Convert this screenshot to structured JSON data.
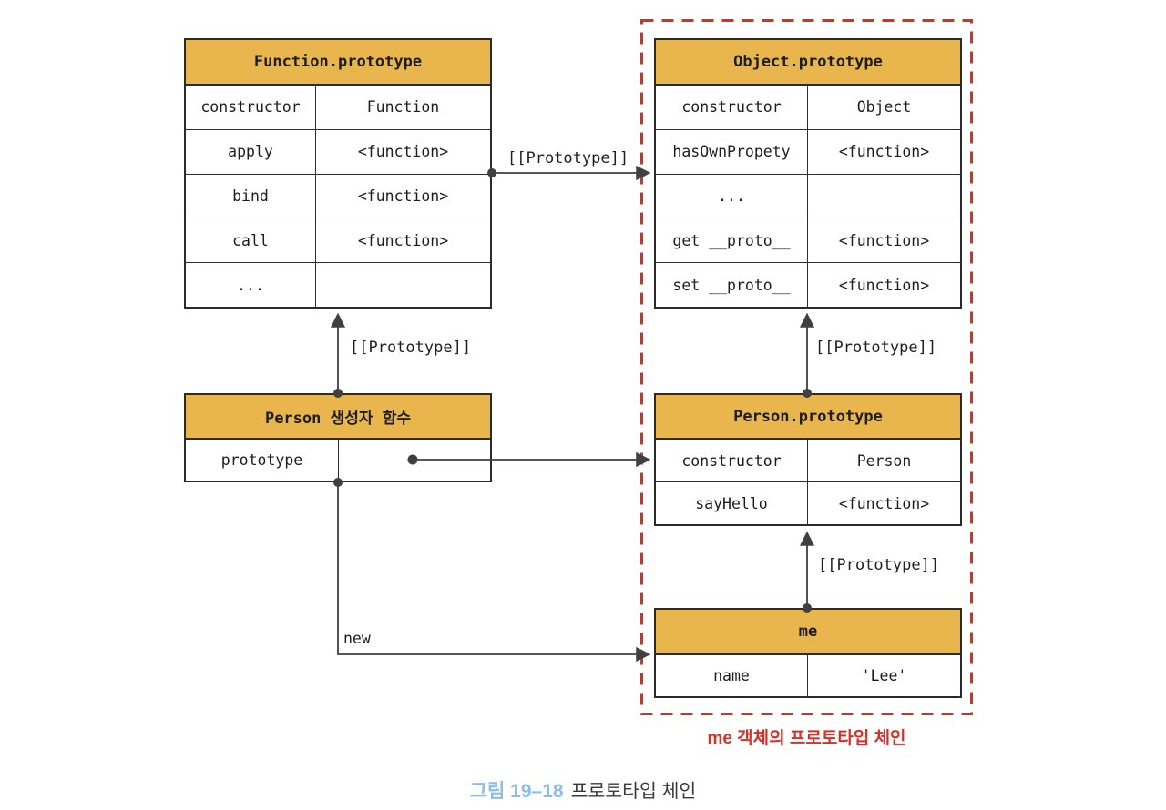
{
  "diagram": {
    "tables": {
      "function_prototype": {
        "title": "Function.prototype",
        "rows": [
          {
            "key": "constructor",
            "value": "Function"
          },
          {
            "key": "apply",
            "value": "<function>"
          },
          {
            "key": "bind",
            "value": "<function>"
          },
          {
            "key": "call",
            "value": "<function>"
          },
          {
            "key": "...",
            "value": ""
          }
        ]
      },
      "object_prototype": {
        "title": "Object.prototype",
        "rows": [
          {
            "key": "constructor",
            "value": "Object"
          },
          {
            "key": "hasOwnPropety",
            "value": "<function>"
          },
          {
            "key": "...",
            "value": ""
          },
          {
            "key": "get __proto__",
            "value": "<function>"
          },
          {
            "key": "set __proto__",
            "value": "<function>"
          }
        ]
      },
      "person_constructor": {
        "title": "Person 생성자 함수",
        "rows": [
          {
            "key": "prototype",
            "value": ""
          }
        ]
      },
      "person_prototype": {
        "title": "Person.prototype",
        "rows": [
          {
            "key": "constructor",
            "value": "Person"
          },
          {
            "key": "sayHello",
            "value": "<function>"
          }
        ]
      },
      "me": {
        "title": "me",
        "rows": [
          {
            "key": "name",
            "value": "'Lee'"
          }
        ]
      }
    },
    "labels": {
      "prototype_link_top": "[[Prototype]]",
      "prototype_link_left": "[[Prototype]]",
      "prototype_link_right": "[[Prototype]]",
      "prototype_link_me": "[[Prototype]]",
      "new_label": "new",
      "chain_caption": "me 객체의 프로토타입 체인"
    },
    "caption": {
      "figure_no": "그림 19–18",
      "title": "프로토타입 체인"
    },
    "colors": {
      "header_fill": "#E8B64C",
      "table_border": "#2b2b2b",
      "arrow": "#404040",
      "chain_red": "#DC2E1F",
      "chain_text_red": "#D3322A",
      "caption_blue": "#8BBEE8"
    }
  }
}
